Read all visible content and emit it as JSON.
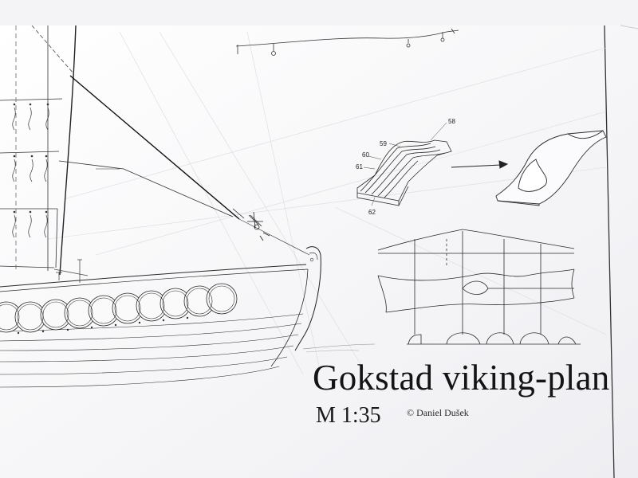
{
  "plan": {
    "title": "Gokstad viking-plan",
    "scale": "M 1:35",
    "credit": "© Daniel Dušek"
  },
  "callouts": [
    "58",
    "59",
    "60",
    "61",
    "62"
  ]
}
